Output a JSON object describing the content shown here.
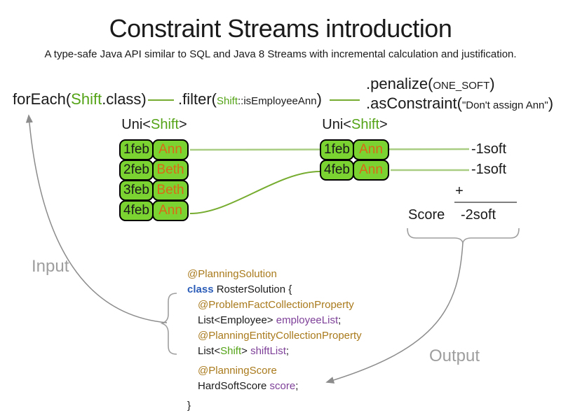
{
  "title": "Constraint Streams introduction",
  "subtitle": "A type-safe Java API similar to SQL and Java 8 Streams with incremental calculation and justification.",
  "pipeline": {
    "foreach_open": "forEach(",
    "foreach_class": "Shift",
    "foreach_close": ".class)",
    "filter_open": ".filter(",
    "filter_arg_class": "Shift",
    "filter_arg_rest": "::isEmployeeAnn",
    "filter_close": ")",
    "penalize_open": ".penalize(",
    "penalize_arg": "ONE_SOFT",
    "penalize_close": ")",
    "asconstraint_open": ".asConstraint(",
    "asconstraint_arg": "\"Don't assign Ann\"",
    "asconstraint_close": ")"
  },
  "uni_left": {
    "header_pre": "Uni<",
    "header_type": "Shift",
    "header_post": ">",
    "rows": [
      {
        "date": "1feb",
        "name": "Ann"
      },
      {
        "date": "2feb",
        "name": "Beth"
      },
      {
        "date": "3feb",
        "name": "Beth"
      },
      {
        "date": "4feb",
        "name": "Ann"
      }
    ]
  },
  "uni_right": {
    "header_pre": "Uni<",
    "header_type": "Shift",
    "header_post": ">",
    "rows": [
      {
        "date": "1feb",
        "name": "Ann"
      },
      {
        "date": "4feb",
        "name": "Ann"
      }
    ]
  },
  "scores": {
    "match1": "-1soft",
    "match2": "-1soft",
    "plus": "+",
    "label": "Score",
    "total": "-2soft"
  },
  "labels": {
    "input": "Input",
    "output": "Output"
  },
  "code": {
    "l1": {
      "t0": "@PlanningSolution"
    },
    "l2": {
      "t0": "class",
      "t1": " RosterSolution {"
    },
    "l3": {
      "t0": "@ProblemFactCollectionProperty"
    },
    "l4": {
      "t0": "List<Employee> ",
      "t1": "employeeList",
      "t2": ";"
    },
    "l5": {
      "t0": "@PlanningEntityCollectionProperty"
    },
    "l6": {
      "t0": "List<",
      "t1": "Shift",
      "t2": "> ",
      "t3": "shiftList",
      "t4": ";"
    },
    "l7": {
      "t0": "@PlanningScore"
    },
    "l8": {
      "t0": "HardSoftScore ",
      "t1": "score",
      "t2": ";"
    },
    "l9": {
      "t0": "}"
    }
  },
  "colors": {
    "accent_green": "#54a317",
    "cell_green": "#7bd331",
    "line_green_dark": "#76ac2f",
    "line_green_light": "#a9cd82",
    "orange": "#d96b17",
    "annotation": "#a97a1c",
    "keyword": "#2a5cb8",
    "field": "#7d3f98",
    "gray_label": "#9e9e9e",
    "arrow_gray": "#8c8c8c",
    "sum_line": "#7f7f7f",
    "text": "#1a1a1a"
  }
}
